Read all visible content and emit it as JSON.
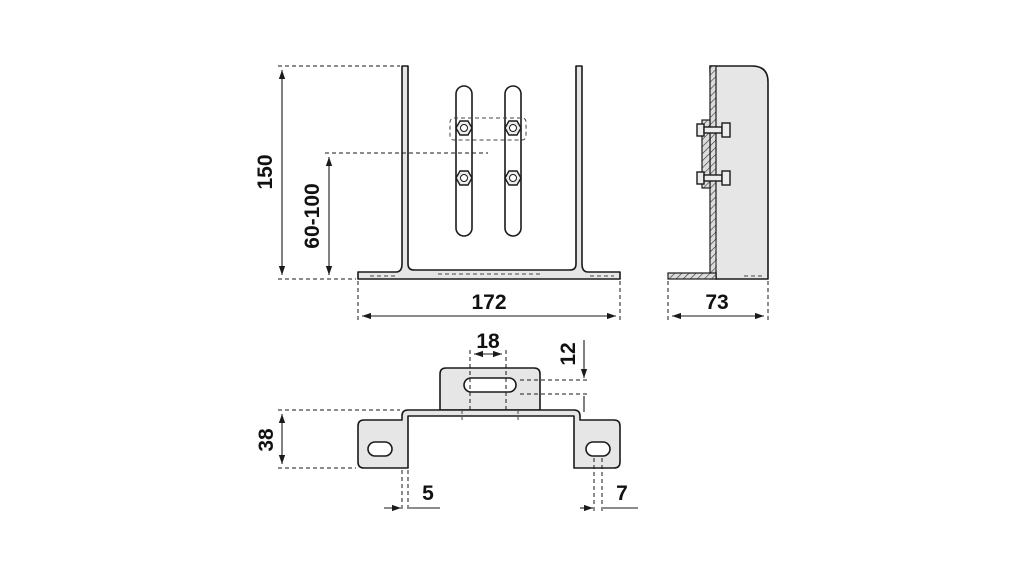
{
  "drawing": {
    "front_view": {
      "height_dim": "150",
      "adjust_dim": "60-100",
      "width_dim": "172"
    },
    "side_view": {
      "depth_dim": "73"
    },
    "top_view": {
      "slot_length_dim": "18",
      "slot_offset_dim": "12",
      "height_dim": "38",
      "wall_thickness_dim": "5",
      "hole_dim": "7"
    }
  },
  "colors": {
    "part_fill": "#e6e6e6",
    "line": "#1a1a1a",
    "background": "#ffffff"
  }
}
